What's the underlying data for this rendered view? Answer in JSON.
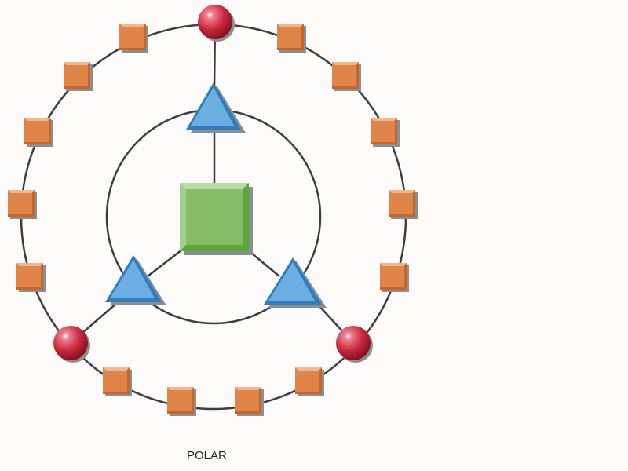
{
  "title": "POLAR",
  "colors": {
    "node_square_small": "#e07d40",
    "node_sphere": "#c8283c",
    "node_triangle": "#5aa0dc",
    "node_center": "#7cb865",
    "edge": "#3c3e40"
  },
  "nodes": {
    "center": 1,
    "triangles": 3,
    "spheres": 3,
    "small_squares": 14
  }
}
